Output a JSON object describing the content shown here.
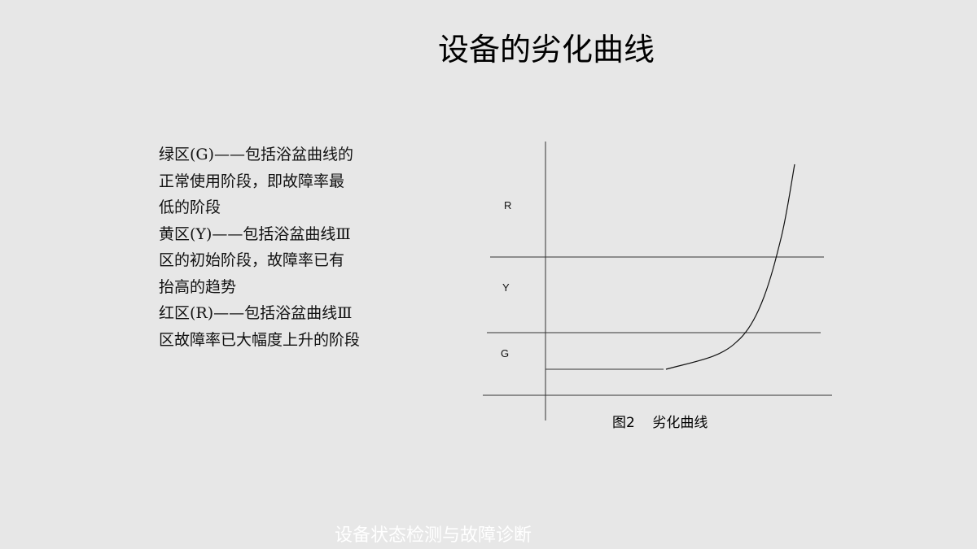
{
  "slide": {
    "title": "设备的劣化曲线",
    "description_lines": [
      "绿区(G)——包括浴盆曲线的",
      "正常使用阶段，即故障率最",
      "低的阶段",
      "黄区(Y)——包括浴盆曲线Ⅲ",
      "区的初始阶段，故障率已有",
      "抬高的趋势",
      "红区(R)——包括浴盆曲线Ⅲ",
      "区故障率已大幅度上升的阶段"
    ],
    "footer": "设备状态检测与故障诊断"
  },
  "diagram": {
    "zones": [
      {
        "code": "R"
      },
      {
        "code": "Y"
      },
      {
        "code": "G"
      }
    ],
    "caption": "图2    劣化曲线"
  }
}
